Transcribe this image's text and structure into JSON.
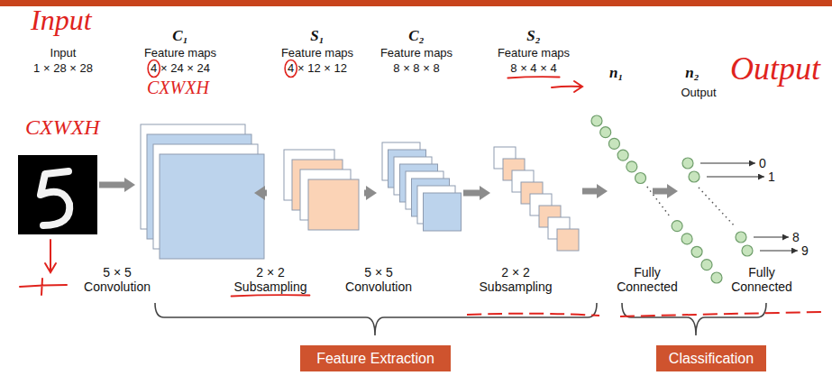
{
  "diagram": {
    "nodes": [
      {
        "text": [
          "Input",
          "1 × 28 × 28"
        ]
      },
      {
        "text": [
          "C₁",
          "Feature maps",
          "4 × 24 × 24"
        ]
      },
      {
        "text": [
          "S₁",
          "Feature maps",
          "4 × 12 × 12"
        ]
      },
      {
        "text": [
          "C₂",
          "Feature maps",
          "8 × 8 × 8"
        ]
      },
      {
        "text": [
          "S₂",
          "Feature maps",
          "8 × 4 × 4"
        ]
      },
      {
        "text": [
          "n₁"
        ]
      },
      {
        "text": [
          "n₂",
          "Output"
        ]
      },
      {
        "text": [
          "Feature Extraction"
        ]
      },
      {
        "text": [
          "Classification"
        ]
      }
    ],
    "edges": [
      {
        "from": 0,
        "to": 1,
        "arrow": "to",
        "label": "5 × 5 Convolution"
      },
      {
        "from": 1,
        "to": 2,
        "arrow": "to",
        "label": "2 × 2 Subsampling"
      },
      {
        "from": 2,
        "to": 3,
        "arrow": "to",
        "label": "5 × 5 Convolution"
      },
      {
        "from": 3,
        "to": 4,
        "arrow": "to",
        "label": "2 × 2 Subsampling"
      },
      {
        "from": 4,
        "to": 5,
        "arrow": "to",
        "label": "Fully Connected"
      },
      {
        "from": 5,
        "to": 6,
        "arrow": "to",
        "label": "Fully Connected"
      }
    ],
    "labels": [
      "Input",
      "CXWXH",
      "CXWXH",
      "Output",
      "0",
      "1",
      "8",
      "9"
    ]
  }
}
